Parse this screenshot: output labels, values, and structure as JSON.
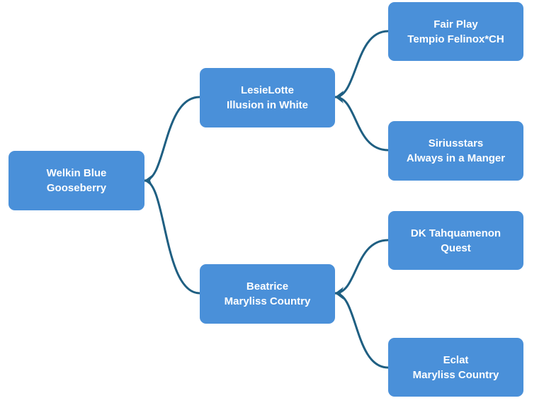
{
  "colors": {
    "node_fill": "#4a90d9",
    "node_text": "#ffffff",
    "connector": "#1f5f82"
  },
  "tree": {
    "root": {
      "line1": "Welkin Blue",
      "line2": "Gooseberry"
    },
    "sire": {
      "line1": "LesieLotte",
      "line2": "Illusion in White"
    },
    "dam": {
      "line1": "Beatrice",
      "line2": "Maryliss Country"
    },
    "sire_sire": {
      "line1": "Fair Play",
      "line2": "Tempio Felinox*CH"
    },
    "sire_dam": {
      "line1": "Siriusstars",
      "line2": "Always in a Manger"
    },
    "dam_sire": {
      "line1": "DK Tahquamenon",
      "line2": "Quest"
    },
    "dam_dam": {
      "line1": "Eclat",
      "line2": "Maryliss Country"
    }
  }
}
